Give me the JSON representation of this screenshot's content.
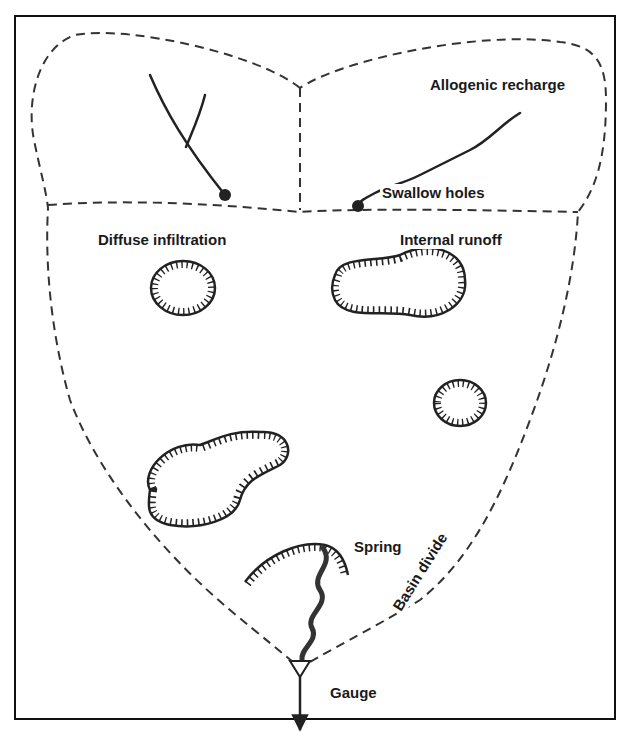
{
  "diagram": {
    "labels": [
      "Allogenic recharge",
      "Swallow holes",
      "Diffuse infiltration",
      "Internal runoff",
      "Spring",
      "Basin divide",
      "Gauge"
    ]
  }
}
